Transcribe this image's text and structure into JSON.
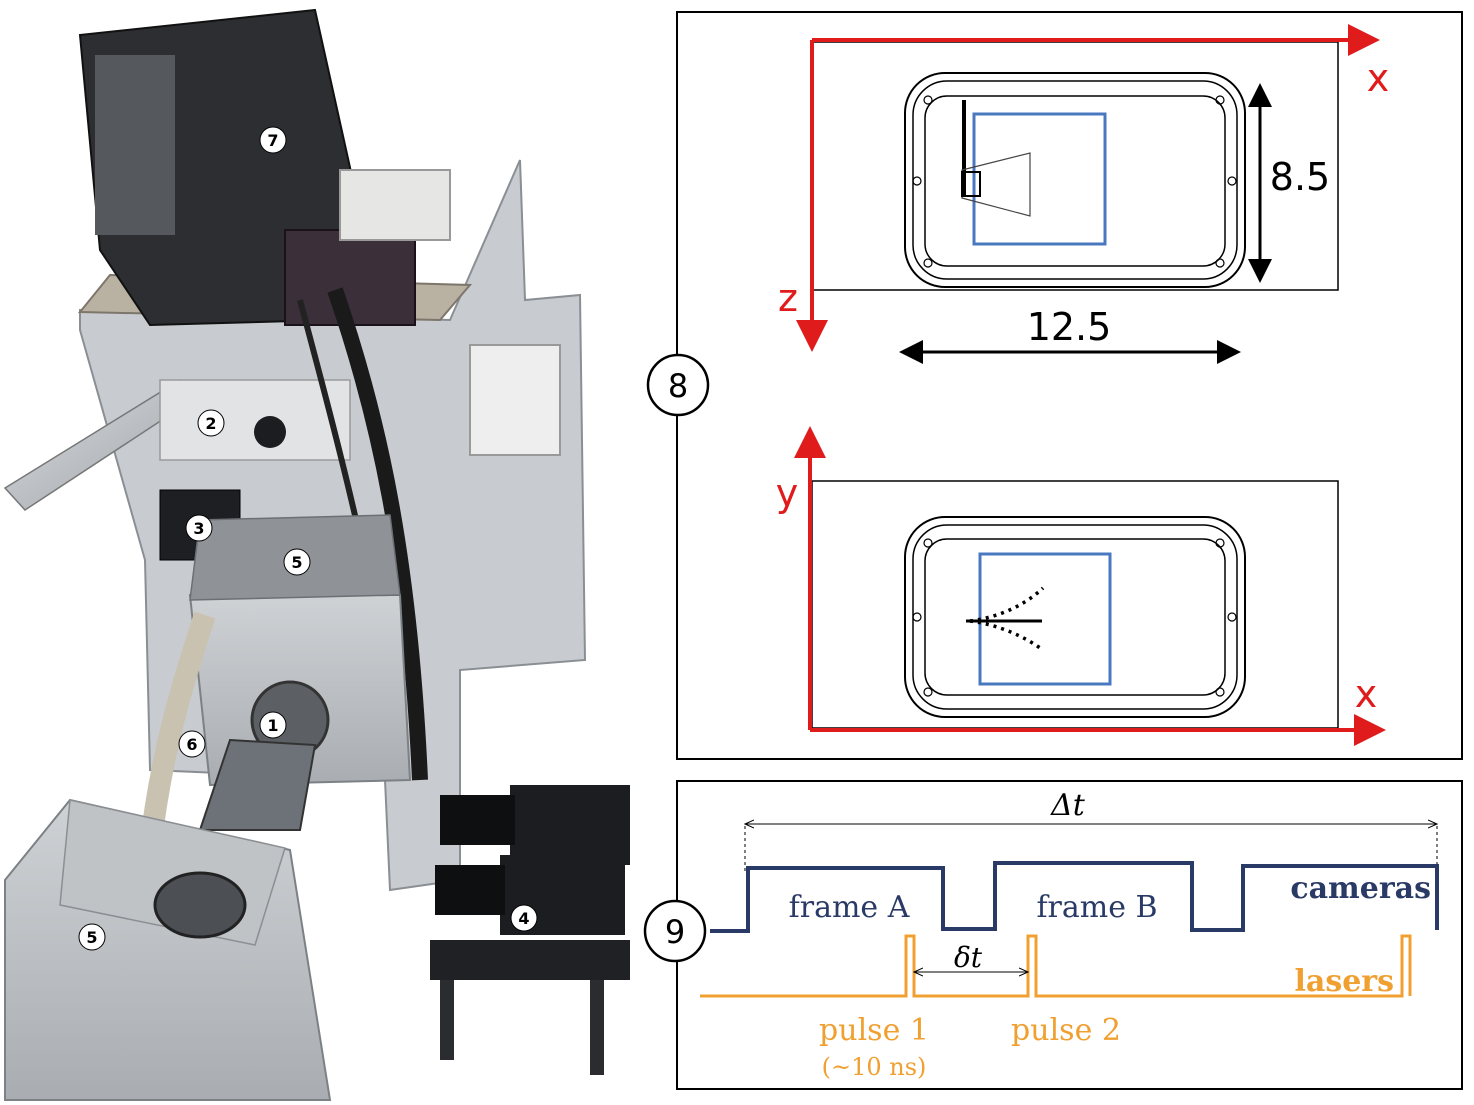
{
  "photo_labels": [
    "1",
    "2",
    "3",
    "4",
    "5",
    "5",
    "6",
    "7"
  ],
  "panel8": {
    "marker": "8",
    "top_view": {
      "axis_h": "x",
      "axis_v": "z",
      "dim_width": "12.5",
      "dim_height": "8.5"
    },
    "side_view": {
      "axis_h": "x",
      "axis_v": "y"
    }
  },
  "panel9": {
    "marker": "9",
    "delta_t_big": "Δt",
    "delta_t_small": "δt",
    "frame_a": "frame A",
    "frame_b": "frame B",
    "cameras": "cameras",
    "lasers": "lasers",
    "pulse_1": "pulse 1",
    "pulse_1_duration": "(~10 ns)",
    "pulse_2": "pulse 2"
  },
  "colors": {
    "axis_red": "#e01b1b",
    "fov_blue": "#4a78c0",
    "camera_navy": "#2a3a66",
    "laser_orange": "#f0a030"
  }
}
